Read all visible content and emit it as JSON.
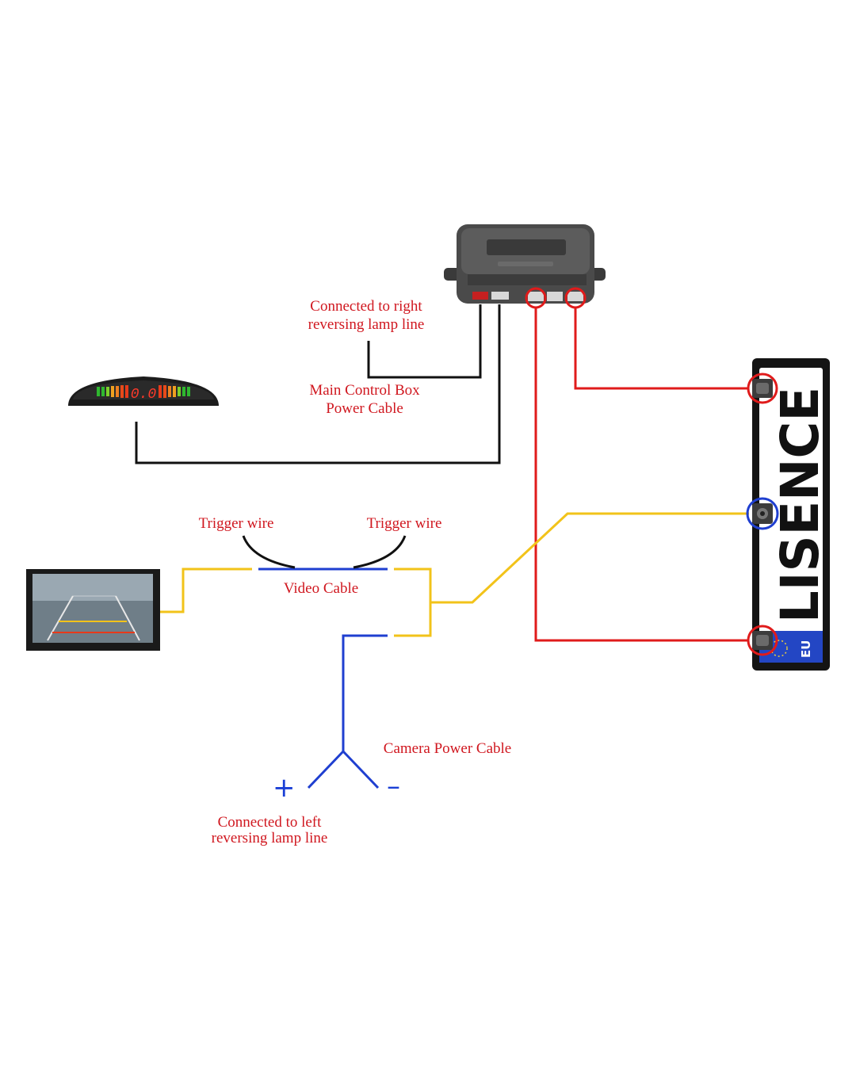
{
  "labels": {
    "right_lamp": [
      "Connected to right",
      "reversing lamp line"
    ],
    "control_box_power": [
      "Main Control Box",
      "Power Cable"
    ],
    "trigger_left": "Trigger wire",
    "trigger_right": "Trigger wire",
    "video_cable": "Video Cable",
    "camera_power": "Camera Power Cable",
    "left_lamp": [
      "Connected to left",
      "reversing lamp line"
    ],
    "plus": "+",
    "minus": "–"
  },
  "display": {
    "reading": "0.0"
  },
  "plate": {
    "text": "LISENCE",
    "country": "EU"
  },
  "colors": {
    "sensor_wire": "#e01b1b",
    "video_wire": "#f2c31a",
    "power_wire": "#1f3fd0",
    "label": "#d0171f",
    "black_wire": "#111111"
  }
}
